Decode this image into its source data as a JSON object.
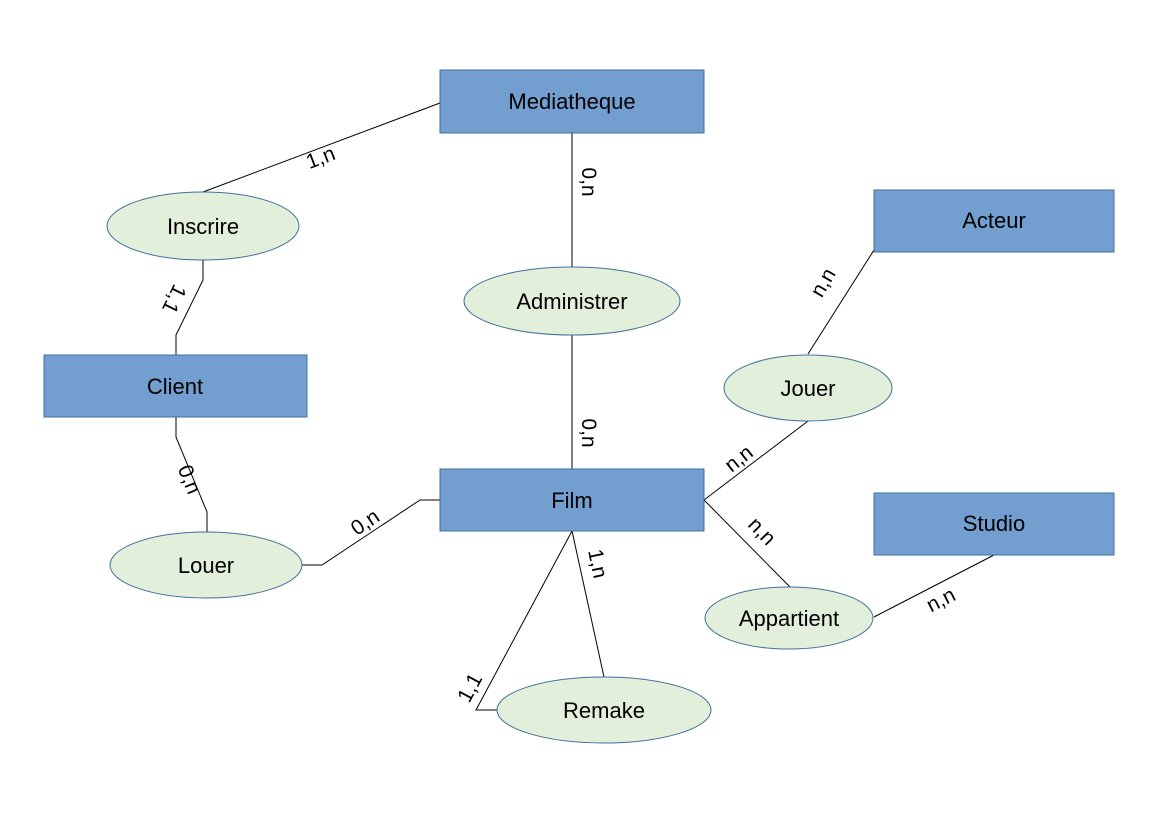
{
  "colors": {
    "entity_fill": "#729fcf",
    "relation_fill": "#e2efda",
    "outline": "#41719c",
    "line": "#000000"
  },
  "entities": {
    "mediatheque": "Mediatheque",
    "client": "Client",
    "film": "Film",
    "acteur": "Acteur",
    "studio": "Studio"
  },
  "relations": {
    "inscrire": "Inscrire",
    "administrer": "Administrer",
    "louer": "Louer",
    "jouer": "Jouer",
    "appartient": "Appartient",
    "remake": "Remake"
  },
  "cardinalities": {
    "mediatheque_inscrire": "1,n",
    "inscrire_client": "1,1",
    "mediatheque_administrer": "0,n",
    "administrer_film": "0,n",
    "client_louer": "0,n",
    "louer_film": "0,n",
    "acteur_jouer": "n,n",
    "jouer_film": "n,n",
    "film_appartient": "n,n",
    "appartient_studio": "n,n",
    "film_remake_upper": "1,n",
    "film_remake_lower": "1,1"
  }
}
